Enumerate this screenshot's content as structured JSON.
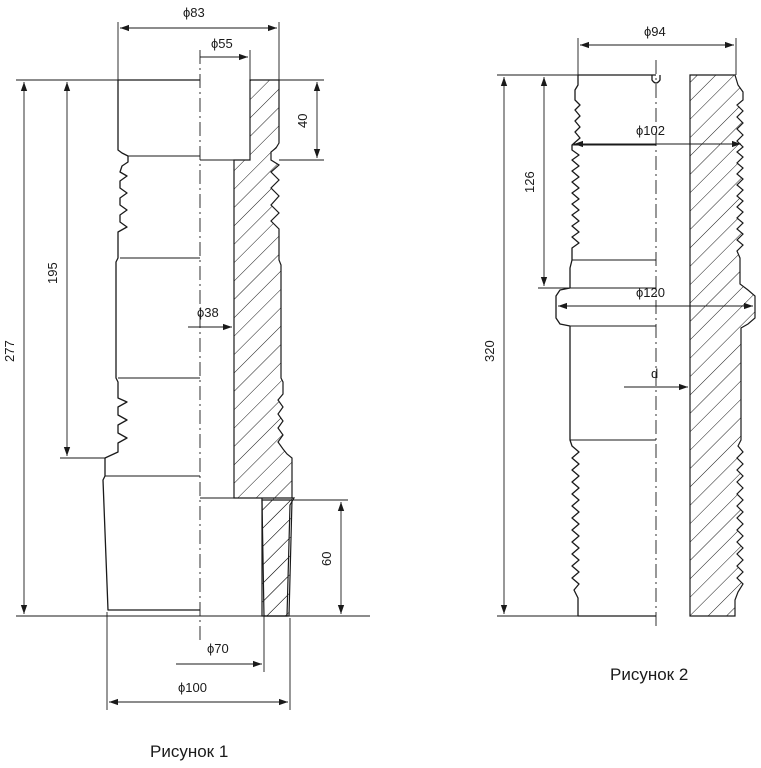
{
  "figure1": {
    "caption": "Рисунок 1",
    "dimensions": {
      "d83": "ϕ83",
      "d55": "ϕ55",
      "d38": "ϕ38",
      "d70": "ϕ70",
      "d100": "ϕ100",
      "h277": "277",
      "h195": "195",
      "h40": "40",
      "h60": "60"
    }
  },
  "figure2": {
    "caption": "Рисунок 2",
    "dimensions": {
      "d94": "ϕ94",
      "d102": "ϕ102",
      "d120": "ϕ120",
      "d": "d",
      "h320": "320",
      "h126": "126"
    }
  }
}
